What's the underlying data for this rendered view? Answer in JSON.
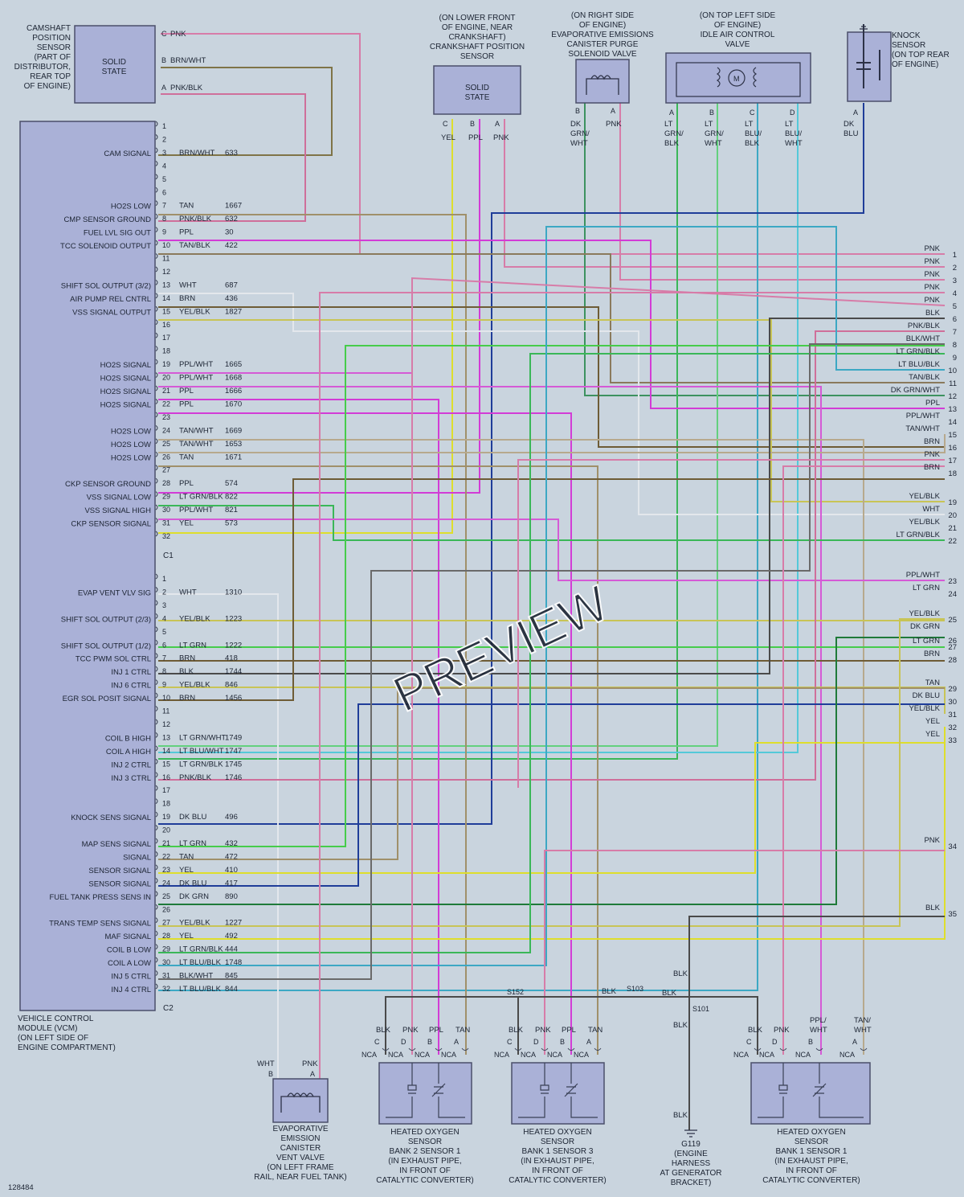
{
  "figure_id": "128484",
  "watermark": "PREVIEW",
  "vcm": {
    "label": [
      "VEHICLE CONTROL",
      "MODULE (VCM)",
      "(ON LEFT SIDE OF",
      "ENGINE COMPARTMENT)"
    ],
    "c1_label": "C1",
    "c2_label": "C2",
    "c1_pins": [
      {
        "pin": "1"
      },
      {
        "pin": "2"
      },
      {
        "pin": "3",
        "signal": "CAM SIGNAL",
        "wire": "BRN/WHT",
        "circuit": "633"
      },
      {
        "pin": "4"
      },
      {
        "pin": "5"
      },
      {
        "pin": "6"
      },
      {
        "pin": "7",
        "signal": "HO2S LOW",
        "wire": "TAN",
        "circuit": "1667"
      },
      {
        "pin": "8",
        "signal": "CMP SENSOR GROUND",
        "wire": "PNK/BLK",
        "circuit": "632"
      },
      {
        "pin": "9",
        "signal": "FUEL LVL SIG OUT",
        "wire": "PPL",
        "circuit": "30"
      },
      {
        "pin": "10",
        "signal": "TCC SOLENOID OUTPUT",
        "wire": "TAN/BLK",
        "circuit": "422"
      },
      {
        "pin": "11"
      },
      {
        "pin": "12"
      },
      {
        "pin": "13",
        "signal": "SHIFT SOL OUTPUT (3/2)",
        "wire": "WHT",
        "circuit": "687"
      },
      {
        "pin": "14",
        "signal": "AIR PUMP REL CNTRL",
        "wire": "BRN",
        "circuit": "436"
      },
      {
        "pin": "15",
        "signal": "VSS SIGNAL OUTPUT",
        "wire": "YEL/BLK",
        "circuit": "1827"
      },
      {
        "pin": "16"
      },
      {
        "pin": "17"
      },
      {
        "pin": "18"
      },
      {
        "pin": "19",
        "signal": "HO2S SIGNAL",
        "wire": "PPL/WHT",
        "circuit": "1665"
      },
      {
        "pin": "20",
        "signal": "HO2S SIGNAL",
        "wire": "PPL/WHT",
        "circuit": "1668"
      },
      {
        "pin": "21",
        "signal": "HO2S SIGNAL",
        "wire": "PPL",
        "circuit": "1666"
      },
      {
        "pin": "22",
        "signal": "HO2S SIGNAL",
        "wire": "PPL",
        "circuit": "1670"
      },
      {
        "pin": "23"
      },
      {
        "pin": "24",
        "signal": "HO2S LOW",
        "wire": "TAN/WHT",
        "circuit": "1669"
      },
      {
        "pin": "25",
        "signal": "HO2S LOW",
        "wire": "TAN/WHT",
        "circuit": "1653"
      },
      {
        "pin": "26",
        "signal": "HO2S LOW",
        "wire": "TAN",
        "circuit": "1671"
      },
      {
        "pin": "27"
      },
      {
        "pin": "28",
        "signal": "CKP SENSOR GROUND",
        "wire": "PPL",
        "circuit": "574"
      },
      {
        "pin": "29",
        "signal": "VSS SIGNAL LOW",
        "wire": "LT GRN/BLK",
        "circuit": "822"
      },
      {
        "pin": "30",
        "signal": "VSS SIGNAL HIGH",
        "wire": "PPL/WHT",
        "circuit": "821"
      },
      {
        "pin": "31",
        "signal": "CKP SENSOR SIGNAL",
        "wire": "YEL",
        "circuit": "573"
      },
      {
        "pin": "32"
      }
    ],
    "c2_pins": [
      {
        "pin": "1"
      },
      {
        "pin": "2",
        "signal": "EVAP VENT VLV SIG",
        "wire": "WHT",
        "circuit": "1310"
      },
      {
        "pin": "3"
      },
      {
        "pin": "4",
        "signal": "SHIFT SOL OUTPUT (2/3)",
        "wire": "YEL/BLK",
        "circuit": "1223"
      },
      {
        "pin": "5"
      },
      {
        "pin": "6",
        "signal": "SHIFT SOL OUTPUT (1/2)",
        "wire": "LT GRN",
        "circuit": "1222"
      },
      {
        "pin": "7",
        "signal": "TCC PWM SOL CTRL",
        "wire": "BRN",
        "circuit": "418"
      },
      {
        "pin": "8",
        "signal": "INJ 1 CTRL",
        "wire": "BLK",
        "circuit": "1744"
      },
      {
        "pin": "9",
        "signal": "INJ 6 CTRL",
        "wire": "YEL/BLK",
        "circuit": "846"
      },
      {
        "pin": "10",
        "signal": "EGR SOL POSIT SIGNAL",
        "wire": "BRN",
        "circuit": "1456"
      },
      {
        "pin": "11"
      },
      {
        "pin": "12"
      },
      {
        "pin": "13",
        "signal": "COIL B HIGH",
        "wire": "LT GRN/WHT",
        "circuit": "1749"
      },
      {
        "pin": "14",
        "signal": "COIL A HIGH",
        "wire": "LT BLU/WHT",
        "circuit": "1747"
      },
      {
        "pin": "15",
        "signal": "INJ 2 CTRL",
        "wire": "LT GRN/BLK",
        "circuit": "1745"
      },
      {
        "pin": "16",
        "signal": "INJ 3 CTRL",
        "wire": "PNK/BLK",
        "circuit": "1746"
      },
      {
        "pin": "17"
      },
      {
        "pin": "18"
      },
      {
        "pin": "19",
        "signal": "KNOCK SENS SIGNAL",
        "wire": "DK BLU",
        "circuit": "496"
      },
      {
        "pin": "20"
      },
      {
        "pin": "21",
        "signal": "MAP SENS SIGNAL",
        "wire": "LT GRN",
        "circuit": "432"
      },
      {
        "pin": "22",
        "signal": "SIGNAL",
        "wire": "TAN",
        "circuit": "472"
      },
      {
        "pin": "23",
        "signal": "SENSOR SIGNAL",
        "wire": "YEL",
        "circuit": "410"
      },
      {
        "pin": "24",
        "signal": "SENSOR SIGNAL",
        "wire": "DK BLU",
        "circuit": "417"
      },
      {
        "pin": "25",
        "signal": "FUEL TANK PRESS SENS IN",
        "wire": "DK GRN",
        "circuit": "890"
      },
      {
        "pin": "26"
      },
      {
        "pin": "27",
        "signal": "TRANS TEMP SENS SIGNAL",
        "wire": "YEL/BLK",
        "circuit": "1227"
      },
      {
        "pin": "28",
        "signal": "MAF SIGNAL",
        "wire": "YEL",
        "circuit": "492"
      },
      {
        "pin": "29",
        "signal": "COIL B LOW",
        "wire": "LT GRN/BLK",
        "circuit": "444"
      },
      {
        "pin": "30",
        "signal": "COIL A LOW",
        "wire": "LT BLU/BLK",
        "circuit": "1748"
      },
      {
        "pin": "31",
        "signal": "INJ 5 CTRL",
        "wire": "BLK/WHT",
        "circuit": "845"
      },
      {
        "pin": "32",
        "signal": "INJ 4 CTRL",
        "wire": "LT BLU/BLK",
        "circuit": "844"
      }
    ]
  },
  "cmp_sensor": {
    "label": [
      "CAMSHAFT",
      "POSITION",
      "SENSOR",
      "(PART OF",
      "DISTRIBUTOR,",
      "REAR TOP",
      "OF ENGINE)"
    ],
    "body": [
      "SOLID",
      "STATE"
    ],
    "pins": [
      {
        "pin": "C",
        "wire": "PNK"
      },
      {
        "pin": "B",
        "wire": "BRN/WHT"
      },
      {
        "pin": "A",
        "wire": "PNK/BLK"
      }
    ]
  },
  "ckp_sensor": {
    "label": [
      "(ON LOWER FRONT",
      "OF ENGINE, NEAR",
      "CRANKSHAFT)",
      "CRANKSHAFT POSITION",
      "SENSOR"
    ],
    "body": [
      "SOLID",
      "STATE"
    ],
    "pins": [
      {
        "pin": "C",
        "wire": "YEL"
      },
      {
        "pin": "B",
        "wire": "PPL"
      },
      {
        "pin": "A",
        "wire": "PNK"
      }
    ]
  },
  "evap_purge": {
    "label": [
      "(ON RIGHT SIDE",
      "OF ENGINE)",
      "EVAPORATIVE EMISSIONS",
      "CANISTER PURGE",
      "SOLENOID VALVE"
    ],
    "pins": [
      {
        "pin": "B",
        "wire": [
          "DK",
          "GRN/",
          "WHT"
        ]
      },
      {
        "pin": "A",
        "wire": [
          "PNK"
        ]
      }
    ]
  },
  "iac_valve": {
    "label": [
      "(ON TOP LEFT SIDE",
      "OF ENGINE)",
      "IDLE AIR CONTROL",
      "VALVE"
    ],
    "motor": "M",
    "pins": [
      {
        "pin": "A",
        "wire": [
          "LT",
          "GRN/",
          "BLK"
        ]
      },
      {
        "pin": "B",
        "wire": [
          "LT",
          "GRN/",
          "WHT"
        ]
      },
      {
        "pin": "C",
        "wire": [
          "LT",
          "BLU/",
          "BLK"
        ]
      },
      {
        "pin": "D",
        "wire": [
          "LT",
          "BLU/",
          "WHT"
        ]
      }
    ]
  },
  "knock_sensor": {
    "label": [
      "KNOCK",
      "SENSOR",
      "(ON TOP REAR",
      "OF ENGINE)"
    ],
    "pins": [
      {
        "pin": "A",
        "wire": [
          "DK",
          "BLU"
        ]
      }
    ]
  },
  "evap_vent": {
    "label": [
      "EVAPORATIVE",
      "EMISSION",
      "CANISTER",
      "VENT VALVE",
      "(ON LEFT FRAME",
      "RAIL, NEAR FUEL TANK)"
    ],
    "pins": [
      {
        "pin": "B",
        "wire": "WHT"
      },
      {
        "pin": "A",
        "wire": "PNK"
      }
    ]
  },
  "ho2s_b2s1": {
    "label": [
      "HEATED OXYGEN",
      "SENSOR",
      "BANK 2 SENSOR 1",
      "(IN EXHAUST PIPE,",
      "IN FRONT OF",
      "CATALYTIC CONVERTER)"
    ],
    "pins": [
      {
        "pin": "C",
        "wire": "BLK",
        "nca": "NCA"
      },
      {
        "pin": "D",
        "wire": "PNK",
        "nca": "NCA"
      },
      {
        "pin": "B",
        "wire": "PPL",
        "nca": "NCA"
      },
      {
        "pin": "A",
        "wire": "TAN",
        "nca": "NCA"
      }
    ]
  },
  "ho2s_b1s3": {
    "label": [
      "HEATED OXYGEN",
      "SENSOR",
      "BANK 1 SENSOR 3",
      "(IN EXHAUST PIPE,",
      "IN FRONT OF",
      "CATALYTIC CONVERTER)"
    ],
    "pins": [
      {
        "pin": "C",
        "wire": "BLK",
        "nca": "NCA"
      },
      {
        "pin": "D",
        "wire": "PNK",
        "nca": "NCA"
      },
      {
        "pin": "B",
        "wire": "PPL",
        "nca": "NCA"
      },
      {
        "pin": "A",
        "wire": "TAN",
        "nca": "NCA"
      }
    ]
  },
  "ho2s_b1s1": {
    "label": [
      "HEATED OXYGEN",
      "SENSOR",
      "BANK 1 SENSOR 1",
      "(IN EXHAUST PIPE,",
      "IN FRONT OF",
      "CATALYTIC CONVERTER)"
    ],
    "pins": [
      {
        "pin": "C",
        "wire": "BLK",
        "nca": "NCA"
      },
      {
        "pin": "D",
        "wire": "PNK",
        "nca": "NCA"
      },
      {
        "pin": "B",
        "wire": [
          "PPL/",
          "WHT"
        ],
        "nca": "NCA"
      },
      {
        "pin": "A",
        "wire": [
          "TAN/",
          "WHT"
        ],
        "nca": "NCA"
      }
    ]
  },
  "ground": {
    "splices": [
      "S152",
      "S103",
      "S101"
    ],
    "wire_labels": [
      "BLK",
      "BLK",
      "BLK",
      "BLK",
      "BLK"
    ],
    "g119_label": [
      "G119",
      "(ENGINE",
      "HARNESS",
      "AT GENERATOR",
      "BRACKET)"
    ]
  },
  "right_edge": [
    {
      "num": "1",
      "color": "PNK"
    },
    {
      "num": "2",
      "color": "PNK"
    },
    {
      "num": "3",
      "color": "PNK"
    },
    {
      "num": "4",
      "color": "PNK"
    },
    {
      "num": "5",
      "color": "PNK"
    },
    {
      "num": "6",
      "color": "BLK"
    },
    {
      "num": "7",
      "color": "PNK/BLK"
    },
    {
      "num": "8",
      "color": "BLK/WHT"
    },
    {
      "num": "9",
      "color": "LT GRN/BLK"
    },
    {
      "num": "10",
      "color": "LT BLU/BLK"
    },
    {
      "num": "11",
      "color": "TAN/BLK"
    },
    {
      "num": "12",
      "color": "DK GRN/WHT"
    },
    {
      "num": "13",
      "color": "PPL"
    },
    {
      "num": "14",
      "color": "PPL/WHT"
    },
    {
      "num": "15",
      "color": "TAN/WHT"
    },
    {
      "num": "16",
      "color": "BRN"
    },
    {
      "num": "17",
      "color": "PNK"
    },
    {
      "num": "18",
      "color": "BRN"
    },
    {
      "num": "19",
      "color": "YEL/BLK"
    },
    {
      "num": "20",
      "color": "WHT"
    },
    {
      "num": "21",
      "color": "YEL/BLK"
    },
    {
      "num": "22",
      "color": "LT GRN/BLK"
    },
    {
      "num": "23",
      "color": "PPL/WHT"
    },
    {
      "num": "24",
      "color": "LT GRN"
    },
    {
      "num": "25",
      "color": "YEL/BLK"
    },
    {
      "num": "",
      "color": "DK GRN"
    },
    {
      "num": "26",
      "color": ""
    },
    {
      "num": "27",
      "color": "LT GRN"
    },
    {
      "num": "28",
      "color": "BRN"
    },
    {
      "num": "29",
      "color": "TAN"
    },
    {
      "num": "30",
      "color": "DK BLU"
    },
    {
      "num": "31",
      "color": "YEL/BLK"
    },
    {
      "num": "32",
      "color": "YEL"
    },
    {
      "num": "33",
      "color": "YEL"
    },
    {
      "num": "34",
      "color": "PNK"
    },
    {
      "num": "35",
      "color": "BLK"
    }
  ],
  "colors": {
    "PNK": "#d77ca8",
    "BRN_WHT": "#7f7447",
    "PNK_BLK": "#cf6f9a",
    "TAN": "#a0906a",
    "PPL": "#d23cd6",
    "TAN_BLK": "#8a7a5c",
    "WHT": "#e3e7ec",
    "BRN": "#6e5c36",
    "YEL_BLK": "#c8c456",
    "PPL_WHT": "#d55ad6",
    "TAN_WHT": "#b7a98d",
    "LT_GRN_BLK": "#3ab758",
    "YEL": "#dede2c",
    "LT_GRN": "#46cc4b",
    "BLK": "#4a4a4a",
    "LT_GRN_WHT": "#63d07e",
    "LT_BLU_WHT": "#54c9d9",
    "DK_BLU": "#1f3d99",
    "DK_GRN": "#1f7a3a",
    "LT_BLU_BLK": "#3ca8c4",
    "BLK_WHT": "#6a6a6a",
    "DK_GRN_WHT": "#3d9260"
  }
}
